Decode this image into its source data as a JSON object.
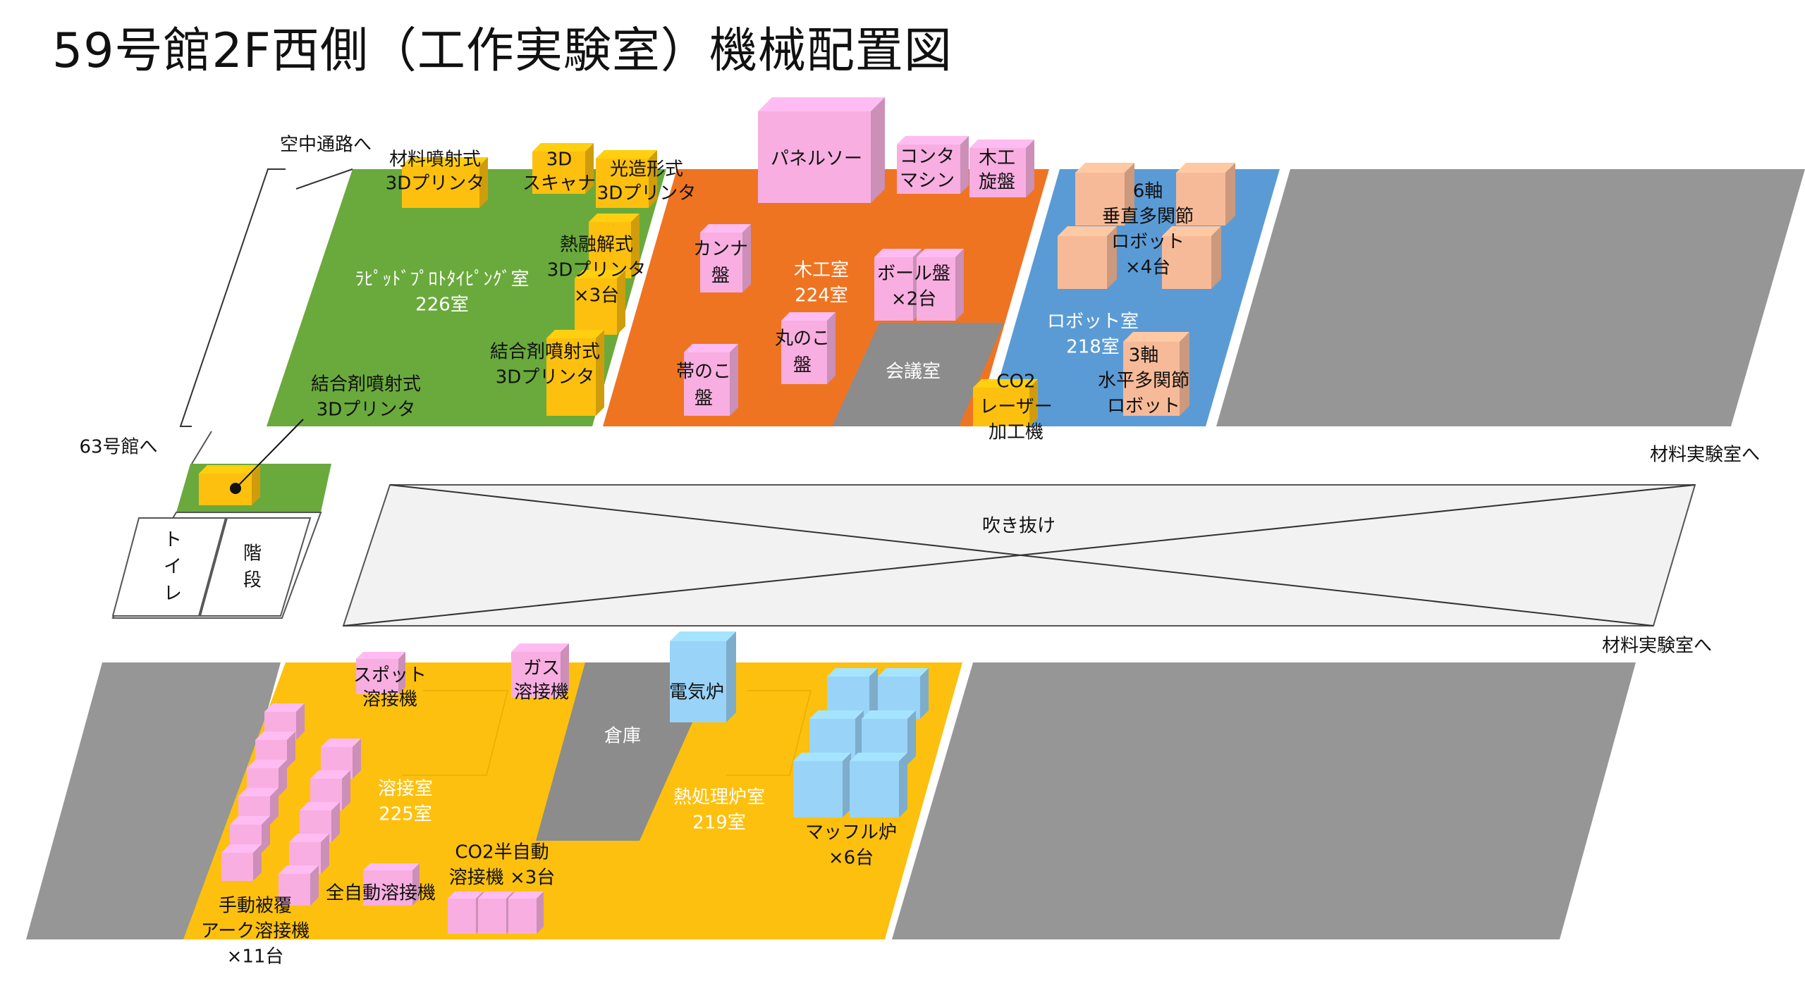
{
  "title": "59号館2F西側（工作実験室）機械配置図",
  "colors": {
    "green": "#6aaa3c",
    "orange": "#ef7422",
    "blue": "#5b9bd5",
    "yellow": "#fdc00f",
    "gray": "#969696",
    "pink": "#f8aee0",
    "peach": "#f7ba98",
    "lightblue": "#99d3f7",
    "paleGray": "#f2f2f2"
  },
  "labels": {
    "airway": "空中通路へ",
    "bldg63": "63号館へ",
    "material1": "材料実験室へ",
    "material2": "材料実験室へ",
    "atrium": "吹き抜け",
    "toilet": [
      "ト",
      "イ",
      "レ"
    ],
    "stairs": [
      "階",
      "段"
    ]
  },
  "rooms": {
    "r226": [
      "ﾗﾋﾟｯﾄﾞﾌﾟﾛﾄﾀｲﾋﾟﾝｸﾞ室",
      "226室"
    ],
    "r224": [
      "木工室",
      "224室"
    ],
    "conference": [
      "会議室"
    ],
    "r218": [
      "ロボット室",
      "218室"
    ],
    "r225": [
      "溶接室",
      "225室"
    ],
    "storage": [
      "倉庫"
    ],
    "r219": [
      "熱処理炉室",
      "219室"
    ]
  },
  "machines": {
    "mjPrinter": [
      "材料噴射式",
      "3Dプリンタ"
    ],
    "scanner": [
      "3D",
      "スキャナ"
    ],
    "sla": [
      "光造形式",
      "3Dプリンタ"
    ],
    "fdm": [
      "熱融解式",
      "3Dプリンタ",
      "×3台"
    ],
    "binderRoom": [
      "結合剤噴射式",
      "3Dプリンタ"
    ],
    "binderHall": [
      "結合剤噴射式",
      "3Dプリンタ"
    ],
    "panelSaw": [
      "パネルソー"
    ],
    "contour": [
      "コンタ",
      "マシン"
    ],
    "woodLathe": [
      "木工",
      "旋盤"
    ],
    "planer": [
      "カンナ",
      "盤"
    ],
    "ballBoard": [
      "ボール盤",
      "×2台"
    ],
    "jigsaw": [
      "丸のこ",
      "盤"
    ],
    "bandsaw": [
      "帯のこ",
      "盤"
    ],
    "robot6": [
      "6軸",
      "垂直多関節",
      "ロボット",
      "×4台"
    ],
    "robot3": [
      "3軸",
      "水平多関節",
      "ロボット"
    ],
    "co2laser": [
      "CO2",
      "レーザー",
      "加工機"
    ],
    "spotWeld": [
      "スポット",
      "溶接機"
    ],
    "gasWeld": [
      "ガス",
      "溶接機"
    ],
    "elecFurnace": [
      "電気炉"
    ],
    "muffle": [
      "マッフル炉",
      "×6台"
    ],
    "co2semi": [
      "CO2半自動",
      "溶接機 ×3台"
    ],
    "autoWeld": [
      "全自動溶接機"
    ],
    "arcWeld": [
      "手動被覆",
      "アーク溶接機",
      "×11台"
    ]
  }
}
